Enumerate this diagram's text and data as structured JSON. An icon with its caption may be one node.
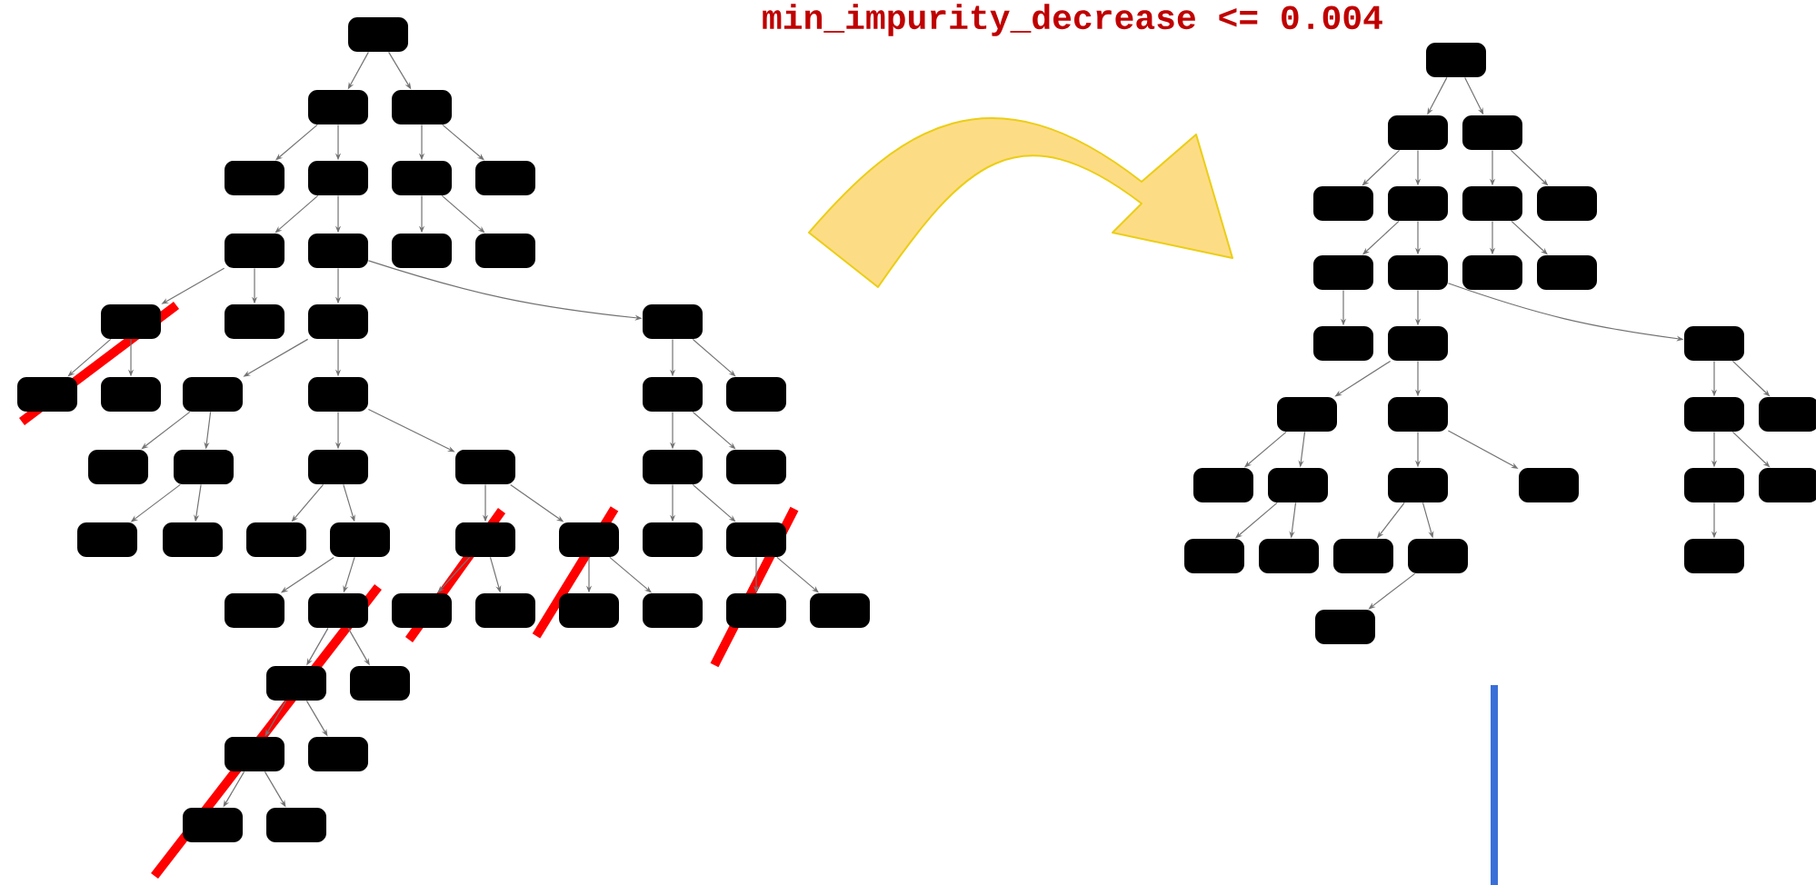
{
  "diagram": {
    "nodes": [
      {
        "text": [],
        "shape": "box"
      },
      {
        "text": [],
        "shape": "box"
      },
      {
        "text": [],
        "shape": "box"
      },
      {
        "text": [],
        "shape": "box"
      },
      {
        "text": [],
        "shape": "box"
      },
      {
        "text": [],
        "shape": "box"
      },
      {
        "text": [],
        "shape": "box"
      },
      {
        "text": [],
        "shape": "box"
      },
      {
        "text": [],
        "shape": "box"
      },
      {
        "text": [],
        "shape": "box"
      },
      {
        "text": [],
        "shape": "box"
      },
      {
        "text": [],
        "shape": "box"
      },
      {
        "text": [],
        "shape": "box"
      },
      {
        "text": [],
        "shape": "box"
      },
      {
        "text": [],
        "shape": "box"
      },
      {
        "text": [],
        "shape": "box"
      },
      {
        "text": [],
        "shape": "box"
      },
      {
        "text": [],
        "shape": "box"
      },
      {
        "text": [],
        "shape": "box"
      },
      {
        "text": [],
        "shape": "box"
      },
      {
        "text": [],
        "shape": "box"
      },
      {
        "text": [],
        "shape": "box"
      },
      {
        "text": [],
        "shape": "box"
      },
      {
        "text": [],
        "shape": "box"
      },
      {
        "text": [],
        "shape": "box"
      },
      {
        "text": [],
        "shape": "box"
      },
      {
        "text": [],
        "shape": "box"
      },
      {
        "text": [],
        "shape": "box"
      },
      {
        "text": [],
        "shape": "box"
      },
      {
        "text": [],
        "shape": "box"
      },
      {
        "text": [],
        "shape": "box"
      },
      {
        "text": [],
        "shape": "box"
      },
      {
        "text": [],
        "shape": "box"
      },
      {
        "text": [],
        "shape": "box"
      },
      {
        "text": [],
        "shape": "box"
      },
      {
        "text": [],
        "shape": "box"
      },
      {
        "text": [],
        "shape": "box"
      },
      {
        "text": [],
        "shape": "box"
      },
      {
        "text": [],
        "shape": "box"
      },
      {
        "text": [],
        "shape": "box"
      },
      {
        "text": [],
        "shape": "box"
      },
      {
        "text": [],
        "shape": "box"
      },
      {
        "text": [],
        "shape": "box"
      },
      {
        "text": [],
        "shape": "box"
      },
      {
        "text": [],
        "shape": "box"
      },
      {
        "text": [],
        "shape": "box"
      },
      {
        "text": [],
        "shape": "box"
      },
      {
        "text": [],
        "shape": "box"
      },
      {
        "text": [],
        "shape": "box"
      },
      {
        "text": [],
        "shape": "box"
      },
      {
        "text": [],
        "shape": "box"
      },
      {
        "text": [],
        "shape": "box"
      },
      {
        "text": [],
        "shape": "box"
      },
      {
        "text": [],
        "shape": "box"
      },
      {
        "text": [],
        "shape": "box"
      },
      {
        "text": [],
        "shape": "box"
      },
      {
        "text": [],
        "shape": "box"
      },
      {
        "text": [],
        "shape": "box"
      },
      {
        "text": [],
        "shape": "box"
      },
      {
        "text": [],
        "shape": "box"
      },
      {
        "text": [],
        "shape": "box"
      },
      {
        "text": [],
        "shape": "box"
      },
      {
        "text": [],
        "shape": "box"
      },
      {
        "text": [],
        "shape": "box"
      },
      {
        "text": [],
        "shape": "box"
      },
      {
        "text": [],
        "shape": "box"
      },
      {
        "text": [],
        "shape": "box"
      },
      {
        "text": [],
        "shape": "box"
      },
      {
        "text": [],
        "shape": "box"
      },
      {
        "text": [],
        "shape": "box"
      },
      {
        "text": [],
        "shape": "box"
      },
      {
        "text": [],
        "shape": "box"
      },
      {
        "text": [],
        "shape": "box"
      },
      {
        "text": [],
        "shape": "box"
      },
      {
        "text": [],
        "shape": "box"
      },
      {
        "text": [],
        "shape": "box"
      },
      {
        "text": [],
        "shape": "box"
      },
      {
        "text": [],
        "shape": "box"
      },
      {
        "text": [],
        "shape": "box"
      }
    ],
    "edges": [
      {
        "from": 0,
        "to": 1,
        "arrow": "to"
      },
      {
        "from": 0,
        "to": 2,
        "arrow": "to"
      },
      {
        "from": 1,
        "to": 3,
        "arrow": "to"
      },
      {
        "from": 1,
        "to": 4,
        "arrow": "to"
      },
      {
        "from": 2,
        "to": 5,
        "arrow": "to"
      },
      {
        "from": 2,
        "to": 6,
        "arrow": "to"
      },
      {
        "from": 4,
        "to": 7,
        "arrow": "to"
      },
      {
        "from": 4,
        "to": 8,
        "arrow": "to"
      },
      {
        "from": 5,
        "to": 9,
        "arrow": "to"
      },
      {
        "from": 5,
        "to": 10,
        "arrow": "to"
      },
      {
        "from": 7,
        "to": 11,
        "arrow": "to"
      },
      {
        "from": 7,
        "to": 12,
        "arrow": "to"
      },
      {
        "from": 8,
        "to": 13,
        "arrow": "to"
      },
      {
        "from": 8,
        "to": 14,
        "arrow": "to"
      },
      {
        "from": 11,
        "to": 15,
        "arrow": "to"
      },
      {
        "from": 11,
        "to": 16,
        "arrow": "to"
      },
      {
        "from": 13,
        "to": 17,
        "arrow": "to"
      },
      {
        "from": 13,
        "to": 18,
        "arrow": "to"
      },
      {
        "from": 14,
        "to": 19,
        "arrow": "to"
      },
      {
        "from": 14,
        "to": 20,
        "arrow": "to"
      },
      {
        "from": 17,
        "to": 21,
        "arrow": "to"
      },
      {
        "from": 17,
        "to": 22,
        "arrow": "to"
      },
      {
        "from": 18,
        "to": 23,
        "arrow": "to"
      },
      {
        "from": 18,
        "to": 24,
        "arrow": "to"
      },
      {
        "from": 19,
        "to": 25,
        "arrow": "to"
      },
      {
        "from": 19,
        "to": 26,
        "arrow": "to"
      },
      {
        "from": 22,
        "to": 27,
        "arrow": "to"
      },
      {
        "from": 22,
        "to": 28,
        "arrow": "to"
      },
      {
        "from": 23,
        "to": 29,
        "arrow": "to"
      },
      {
        "from": 23,
        "to": 30,
        "arrow": "to"
      },
      {
        "from": 24,
        "to": 31,
        "arrow": "to"
      },
      {
        "from": 24,
        "to": 32,
        "arrow": "to"
      },
      {
        "from": 25,
        "to": 33,
        "arrow": "to"
      },
      {
        "from": 25,
        "to": 34,
        "arrow": "to"
      },
      {
        "from": 30,
        "to": 35,
        "arrow": "to"
      },
      {
        "from": 30,
        "to": 36,
        "arrow": "to"
      },
      {
        "from": 31,
        "to": 37,
        "arrow": "to"
      },
      {
        "from": 31,
        "to": 38,
        "arrow": "to"
      },
      {
        "from": 32,
        "to": 39,
        "arrow": "to"
      },
      {
        "from": 32,
        "to": 40,
        "arrow": "to"
      },
      {
        "from": 34,
        "to": 41,
        "arrow": "to"
      },
      {
        "from": 34,
        "to": 42,
        "arrow": "to"
      },
      {
        "from": 36,
        "to": 43,
        "arrow": "to"
      },
      {
        "from": 36,
        "to": 44,
        "arrow": "to"
      },
      {
        "from": 43,
        "to": 45,
        "arrow": "to"
      },
      {
        "from": 43,
        "to": 46,
        "arrow": "to"
      },
      {
        "from": 45,
        "to": 47,
        "arrow": "to"
      },
      {
        "from": 45,
        "to": 48,
        "arrow": "to"
      },
      {
        "from": 49,
        "to": 50,
        "arrow": "to"
      },
      {
        "from": 49,
        "to": 51,
        "arrow": "to"
      },
      {
        "from": 50,
        "to": 52,
        "arrow": "to"
      },
      {
        "from": 50,
        "to": 53,
        "arrow": "to"
      },
      {
        "from": 51,
        "to": 54,
        "arrow": "to"
      },
      {
        "from": 51,
        "to": 55,
        "arrow": "to"
      },
      {
        "from": 53,
        "to": 56,
        "arrow": "to"
      },
      {
        "from": 53,
        "to": 57,
        "arrow": "to"
      },
      {
        "from": 54,
        "to": 58,
        "arrow": "to"
      },
      {
        "from": 54,
        "to": 59,
        "arrow": "to"
      },
      {
        "from": 56,
        "to": 60,
        "arrow": "to"
      },
      {
        "from": 57,
        "to": 61,
        "arrow": "to"
      },
      {
        "from": 57,
        "to": 62,
        "arrow": "to"
      },
      {
        "from": 61,
        "to": 63,
        "arrow": "to"
      },
      {
        "from": 61,
        "to": 64,
        "arrow": "to"
      },
      {
        "from": 62,
        "to": 65,
        "arrow": "to"
      },
      {
        "from": 62,
        "to": 66,
        "arrow": "to"
      },
      {
        "from": 63,
        "to": 67,
        "arrow": "to"
      },
      {
        "from": 63,
        "to": 68,
        "arrow": "to"
      },
      {
        "from": 64,
        "to": 69,
        "arrow": "to"
      },
      {
        "from": 64,
        "to": 70,
        "arrow": "to"
      },
      {
        "from": 65,
        "to": 71,
        "arrow": "to"
      },
      {
        "from": 65,
        "to": 72,
        "arrow": "to"
      },
      {
        "from": 68,
        "to": 73,
        "arrow": "to"
      },
      {
        "from": 68,
        "to": 74,
        "arrow": "to"
      },
      {
        "from": 69,
        "to": 75,
        "arrow": "to"
      },
      {
        "from": 69,
        "to": 76,
        "arrow": "to"
      },
      {
        "from": 71,
        "to": 77,
        "arrow": "to"
      },
      {
        "from": 76,
        "to": 78,
        "arrow": "to"
      }
    ],
    "labels": [
      "min_impurity_decrease <= 0.004"
    ]
  }
}
